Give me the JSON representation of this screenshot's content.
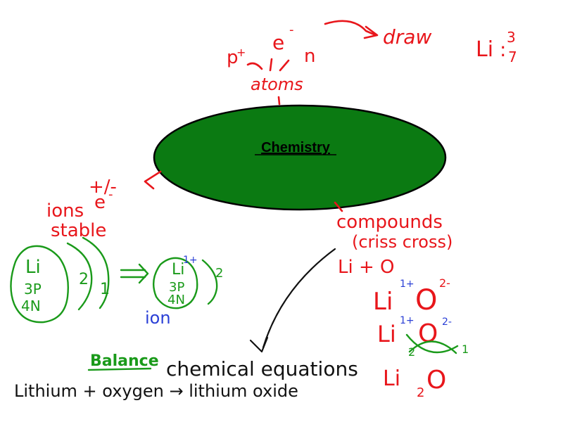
{
  "center": {
    "label": "Chemistry",
    "fill": "#0b7a12"
  },
  "colors": {
    "red": "#e8161b",
    "green": "#1a9a1a",
    "blue": "#2a3fd6",
    "black": "#111111"
  },
  "atoms": {
    "electron": "e",
    "electron_charge": "-",
    "proton": "p",
    "proton_charge": "+",
    "neutron": "n",
    "label": "atoms",
    "draw_label": "draw",
    "lithium": "Li",
    "lithium_colon": ":",
    "atomic_number": "3",
    "mass_number": "7"
  },
  "ions": {
    "charge_label": "+/-",
    "electron": "e",
    "electron_charge": "-",
    "ions_label": "ions",
    "stable_label": "stable",
    "atom_left": {
      "symbol": "Li",
      "protons": "3P",
      "neutrons": "4N",
      "shell1": "2",
      "shell2": "1"
    },
    "atom_right": {
      "symbol": "Li",
      "charge": "1+",
      "protons": "3P",
      "neutrons": "4N",
      "shell1": "2"
    },
    "ion_label": "ion"
  },
  "compounds": {
    "label": "compounds",
    "criss_cross": "(criss cross)",
    "reaction": "Li + O",
    "li": "Li",
    "li_charge": "1+",
    "o": "O",
    "o_charge": "2-",
    "li2": "Li",
    "li2_charge": "1+",
    "o2": "O",
    "o2_charge": "2-",
    "cross_left": "2",
    "cross_right": "1",
    "formula_li": "Li",
    "formula_sub": "2",
    "formula_o": "O"
  },
  "balance": {
    "label": "Balance",
    "text": "chemical equations",
    "word_equation": "Lithium + oxygen → lithium oxide"
  }
}
